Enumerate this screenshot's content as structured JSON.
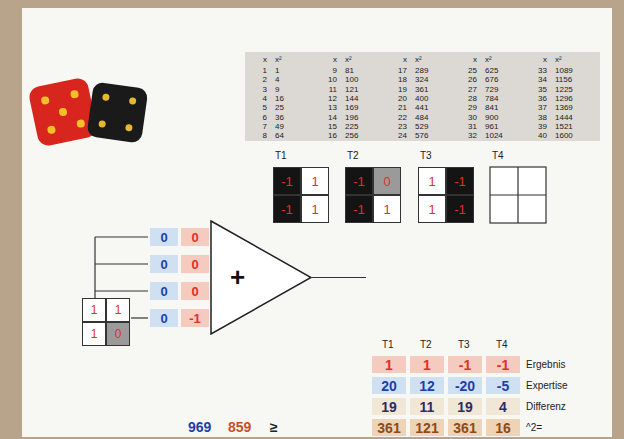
{
  "diagram": {
    "nodes": [
      {
        "text": [
          "T1"
        ]
      },
      {
        "text": [
          "-1"
        ],
        "in": 0
      },
      {
        "text": [
          "1"
        ],
        "in": 0
      },
      {
        "text": [
          "-1"
        ],
        "in": 0
      },
      {
        "text": [
          "1"
        ],
        "in": 0
      },
      {
        "text": [
          "T2"
        ]
      },
      {
        "text": [
          "-1"
        ],
        "in": 5
      },
      {
        "text": [
          "0"
        ],
        "in": 5
      },
      {
        "text": [
          "-1"
        ],
        "in": 5
      },
      {
        "text": [
          "1"
        ],
        "in": 5
      },
      {
        "text": [
          "T3"
        ]
      },
      {
        "text": [
          "1"
        ],
        "in": 10
      },
      {
        "text": [
          "-1"
        ],
        "in": 10
      },
      {
        "text": [
          "1"
        ],
        "in": 10
      },
      {
        "text": [
          "-1"
        ],
        "in": 10
      },
      {
        "text": [
          "T4"
        ]
      },
      {
        "text": [
          "1"
        ]
      },
      {
        "text": [
          "1"
        ]
      },
      {
        "text": [
          "1"
        ]
      },
      {
        "text": [
          "0"
        ]
      },
      {
        "text": [
          "0"
        ]
      },
      {
        "text": [
          "0"
        ]
      },
      {
        "text": [
          "0"
        ]
      },
      {
        "text": [
          "0"
        ]
      },
      {
        "text": [
          "0"
        ]
      },
      {
        "text": [
          "0"
        ]
      },
      {
        "text": [
          "0"
        ]
      },
      {
        "text": [
          "-1"
        ]
      },
      {
        "text": [
          "+"
        ]
      },
      {
        "text": [
          "1"
        ]
      },
      {
        "text": [
          "1"
        ]
      },
      {
        "text": [
          "-1"
        ]
      },
      {
        "text": [
          "-1"
        ]
      },
      {
        "text": [
          "20"
        ]
      },
      {
        "text": [
          "12"
        ]
      },
      {
        "text": [
          "-20"
        ]
      },
      {
        "text": [
          "-5"
        ]
      },
      {
        "text": [
          "19"
        ]
      },
      {
        "text": [
          "11"
        ]
      },
      {
        "text": [
          "19"
        ]
      },
      {
        "text": [
          "4"
        ]
      },
      {
        "text": [
          "361"
        ]
      },
      {
        "text": [
          "121"
        ]
      },
      {
        "text": [
          "361"
        ]
      },
      {
        "text": [
          "16"
        ]
      }
    ],
    "labels": [
      "x",
      "x²",
      "1",
      "1",
      "2",
      "4",
      "3",
      "9",
      "4",
      "16",
      "5",
      "25",
      "6",
      "36",
      "7",
      "49",
      "8",
      "64",
      "x",
      "x²",
      "9",
      "81",
      "10",
      "100",
      "11",
      "121",
      "12",
      "144",
      "13",
      "169",
      "14",
      "196",
      "15",
      "225",
      "16",
      "256",
      "x",
      "x²",
      "17",
      "289",
      "18",
      "324",
      "19",
      "361",
      "20",
      "400",
      "21",
      "441",
      "22",
      "484",
      "23",
      "529",
      "24",
      "576",
      "x",
      "x²",
      "25",
      "625",
      "26",
      "676",
      "27",
      "729",
      "28",
      "784",
      "29",
      "841",
      "30",
      "900",
      "31",
      "961",
      "32",
      "1024",
      "x",
      "x²",
      "33",
      "1089",
      "34",
      "1156",
      "35",
      "1225",
      "36",
      "1296",
      "37",
      "1369",
      "38",
      "1444",
      "39",
      "1521",
      "40",
      "1600",
      "T1",
      "T2",
      "T3",
      "T4",
      "Ergebnis",
      "Expertise",
      "Differenz",
      "^2=",
      "969",
      "859",
      "≥"
    ]
  }
}
